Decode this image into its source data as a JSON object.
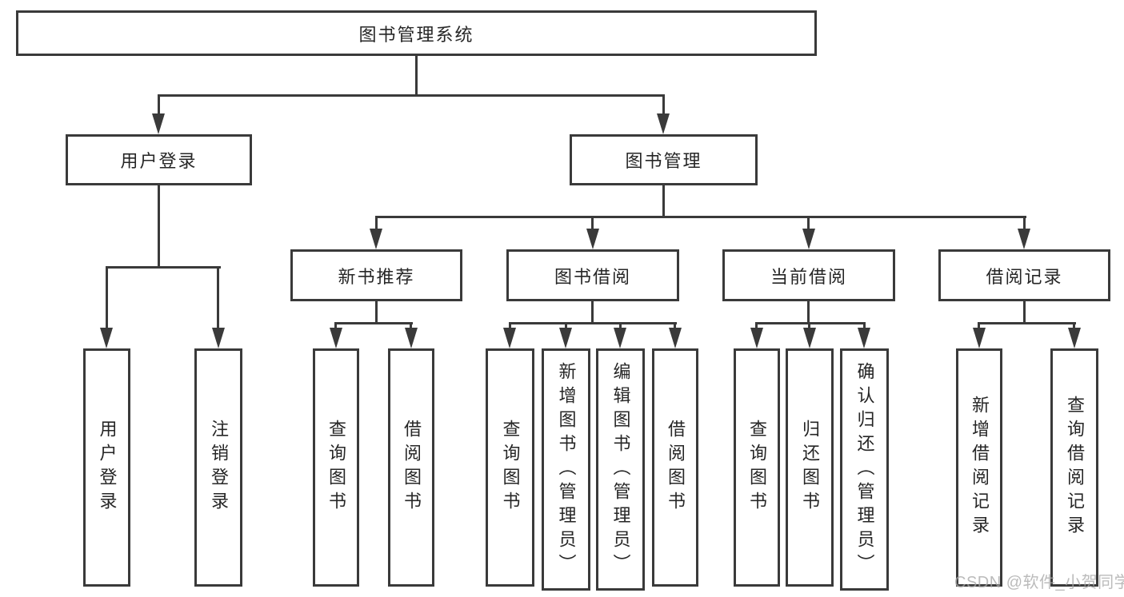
{
  "diagram": {
    "root": {
      "label": "图书管理系统"
    },
    "level2": [
      {
        "label": "用户登录"
      },
      {
        "label": "图书管理"
      }
    ],
    "level3": [
      {
        "label": "新书推荐"
      },
      {
        "label": "图书借阅"
      },
      {
        "label": "当前借阅"
      },
      {
        "label": "借阅记录"
      }
    ],
    "leaves": {
      "user_login": [
        "用户登录",
        "注销登录"
      ],
      "new_book": [
        "查询图书",
        "借阅图书"
      ],
      "book_borrow": [
        "查询图书",
        "新增图书（管理员）",
        "编辑图书（管理员）",
        "借阅图书"
      ],
      "current_borrow": [
        "查询图书",
        "归还图书",
        "确认归还（管理员）"
      ],
      "borrow_record": [
        "新增借阅记录",
        "查询借阅记录"
      ]
    }
  },
  "watermark": "CSDN @软件_小贺同学",
  "colors": {
    "line": "#3a3a3a",
    "text": "#262626",
    "watermark": "#a8a8a8",
    "background": "#ffffff"
  }
}
